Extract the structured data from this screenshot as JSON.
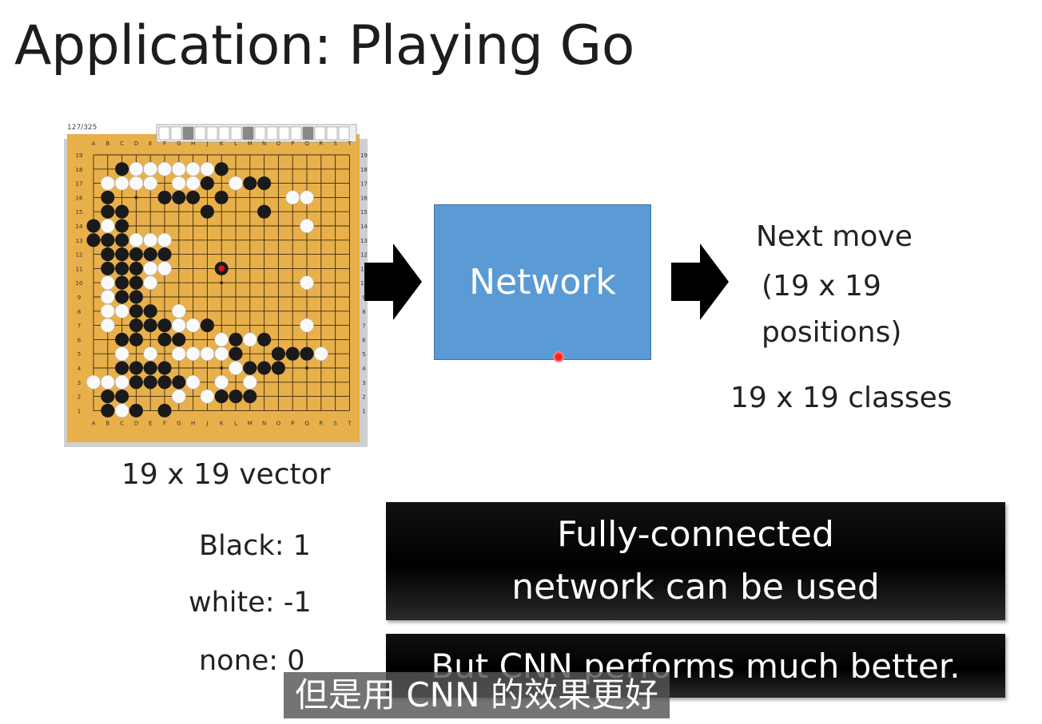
{
  "slide": {
    "title": "Application: Playing Go",
    "board_caption": "19 x 19 vector",
    "network_label": "Network",
    "output": {
      "line1": "Next move",
      "line2": "(19 x 19",
      "line3": "positions)",
      "classes": "19 x 19 classes"
    },
    "encoding": {
      "black": "Black: 1",
      "white": "white: -1",
      "none": "none: 0"
    },
    "fc_box": {
      "line1": "Fully-connected",
      "line2": "network can be used"
    },
    "cnn_box": "But CNN performs much better."
  },
  "subtitle": "但是用 CNN 的效果更好",
  "board": {
    "counter_text": "127/325",
    "col_letters": [
      "A",
      "B",
      "C",
      "D",
      "E",
      "F",
      "G",
      "H",
      "J",
      "K",
      "L",
      "M",
      "N",
      "O",
      "P",
      "Q",
      "R",
      "S",
      "T"
    ],
    "row_numbers": [
      "19",
      "18",
      "17",
      "16",
      "15",
      "14",
      "13",
      "12",
      "11",
      "10",
      "9",
      "8",
      "7",
      "6",
      "5",
      "4",
      "3",
      "2",
      "1"
    ],
    "colors": {
      "board": "#e8b04a",
      "grid": "#3a2a10",
      "black": "#1a1a1a",
      "white": "#fafafa",
      "last_move": "#d01818"
    },
    "stones": {
      "black": [
        [
          2,
          1
        ],
        [
          9,
          1
        ],
        [
          8,
          2
        ],
        [
          11,
          2
        ],
        [
          9,
          3
        ],
        [
          12,
          2
        ],
        [
          5,
          3
        ],
        [
          6,
          3
        ],
        [
          7,
          3
        ],
        [
          1,
          3
        ],
        [
          1,
          4
        ],
        [
          2,
          4
        ],
        [
          8,
          4
        ],
        [
          12,
          4
        ],
        [
          0,
          5
        ],
        [
          2,
          5
        ],
        [
          0,
          6
        ],
        [
          1,
          6
        ],
        [
          2,
          6
        ],
        [
          1,
          7
        ],
        [
          2,
          7
        ],
        [
          3,
          7
        ],
        [
          4,
          7
        ],
        [
          5,
          7
        ],
        [
          1,
          8
        ],
        [
          2,
          8
        ],
        [
          3,
          8
        ],
        [
          2,
          9
        ],
        [
          3,
          9
        ],
        [
          3,
          10
        ],
        [
          2,
          10
        ],
        [
          3,
          11
        ],
        [
          4,
          11
        ],
        [
          3,
          12
        ],
        [
          4,
          12
        ],
        [
          5,
          12
        ],
        [
          3,
          13
        ],
        [
          5,
          13
        ],
        [
          6,
          13
        ],
        [
          2,
          13
        ],
        [
          10,
          13
        ],
        [
          12,
          13
        ],
        [
          13,
          14
        ],
        [
          14,
          14
        ],
        [
          15,
          14
        ],
        [
          10,
          14
        ],
        [
          11,
          15
        ],
        [
          12,
          15
        ],
        [
          13,
          15
        ],
        [
          2,
          15
        ],
        [
          3,
          15
        ],
        [
          4,
          15
        ],
        [
          5,
          15
        ],
        [
          3,
          16
        ],
        [
          4,
          16
        ],
        [
          5,
          16
        ],
        [
          6,
          16
        ],
        [
          1,
          17
        ],
        [
          2,
          17
        ],
        [
          9,
          17
        ],
        [
          10,
          17
        ],
        [
          11,
          17
        ],
        [
          1,
          18
        ],
        [
          3,
          18
        ],
        [
          5,
          18
        ],
        [
          8,
          12
        ]
      ],
      "white": [
        [
          3,
          1
        ],
        [
          4,
          1
        ],
        [
          5,
          1
        ],
        [
          6,
          1
        ],
        [
          7,
          1
        ],
        [
          8,
          1
        ],
        [
          1,
          2
        ],
        [
          2,
          2
        ],
        [
          3,
          2
        ],
        [
          4,
          2
        ],
        [
          7,
          2
        ],
        [
          10,
          2
        ],
        [
          6,
          2
        ],
        [
          14,
          3
        ],
        [
          15,
          3
        ],
        [
          1,
          5
        ],
        [
          1,
          6
        ],
        [
          3,
          6
        ],
        [
          4,
          6
        ],
        [
          5,
          6
        ],
        [
          2,
          6
        ],
        [
          4,
          8
        ],
        [
          5,
          8
        ],
        [
          1,
          9
        ],
        [
          4,
          9
        ],
        [
          1,
          10
        ],
        [
          2,
          10
        ],
        [
          3,
          10
        ],
        [
          1,
          11
        ],
        [
          2,
          11
        ],
        [
          6,
          11
        ],
        [
          1,
          12
        ],
        [
          6,
          12
        ],
        [
          7,
          12
        ],
        [
          2,
          14
        ],
        [
          6,
          14
        ],
        [
          7,
          14
        ],
        [
          9,
          13
        ],
        [
          11,
          13
        ],
        [
          15,
          12
        ],
        [
          15,
          9
        ],
        [
          15,
          5
        ],
        [
          4,
          14
        ],
        [
          8,
          14
        ],
        [
          9,
          14
        ],
        [
          1,
          16
        ],
        [
          2,
          16
        ],
        [
          7,
          16
        ],
        [
          9,
          16
        ],
        [
          10,
          15
        ],
        [
          11,
          16
        ],
        [
          8,
          17
        ],
        [
          6,
          17
        ],
        [
          2,
          18
        ],
        [
          0,
          16
        ],
        [
          16,
          14
        ]
      ],
      "last_move": [
        9,
        8
      ]
    }
  }
}
